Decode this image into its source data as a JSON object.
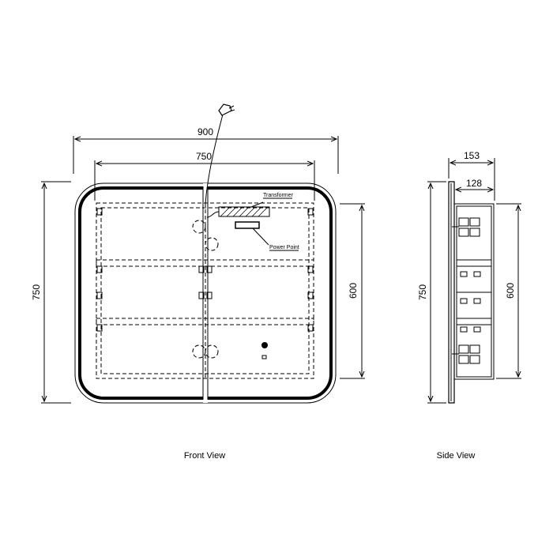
{
  "front": {
    "width_overall": "900",
    "width_cabinet": "750",
    "height_overall": "750",
    "height_cabinet": "600",
    "transformer_label": "Transformer",
    "power_point_label": "Power Point",
    "view_label": "Front View"
  },
  "side": {
    "depth_overall": "153",
    "depth_cabinet": "128",
    "height_overall": "750",
    "height_cabinet": "600",
    "view_label": "Side View"
  }
}
